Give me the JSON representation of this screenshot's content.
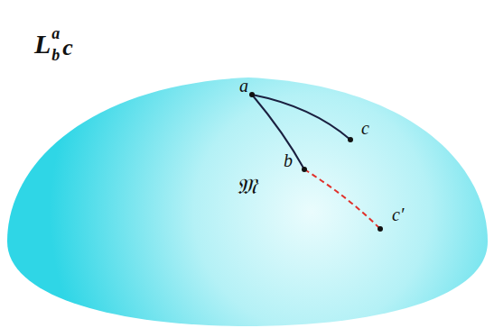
{
  "diagram": {
    "title": "L",
    "labels": [
      "a",
      "b",
      "c",
      "a",
      "b",
      "c",
      "c′",
      "𝔐"
    ]
  }
}
